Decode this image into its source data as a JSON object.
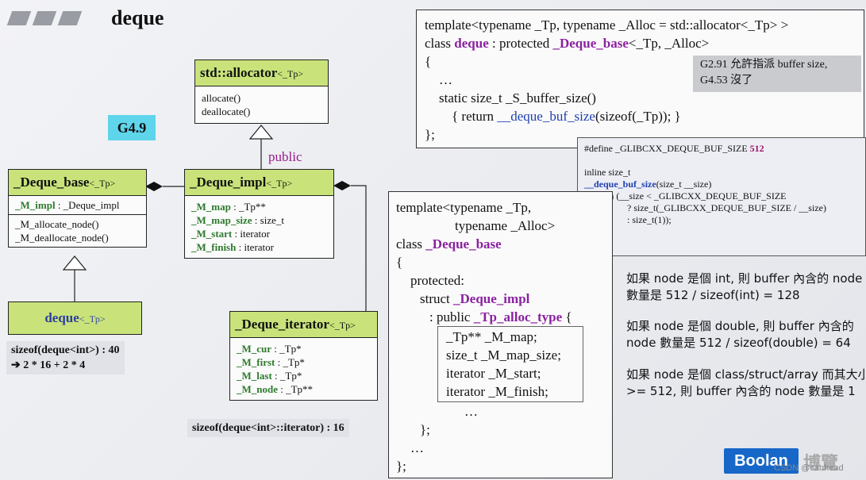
{
  "title": "deque",
  "tag": "G4.9",
  "public_label": "public",
  "allocator": {
    "name": "std::allocator",
    "tparam": "<_Tp>",
    "ops": [
      "allocate()",
      "deallocate()"
    ]
  },
  "deque_base": {
    "name": "_Deque_base",
    "tparam": "<_Tp>",
    "member_name": "_M_impl",
    "member_type": " : _Deque_impl",
    "ops": [
      "_M_allocate_node()",
      "_M_deallocate_node()"
    ]
  },
  "deque_impl": {
    "name": "_Deque_impl",
    "tparam": "<_Tp>",
    "members": [
      {
        "name": "_M_map",
        "type": " : _Tp**"
      },
      {
        "name": "_M_map_size",
        "type": " : size_t"
      },
      {
        "name": "_M_start",
        "type": " : iterator"
      },
      {
        "name": "_M_finish",
        "type": " : iterator"
      }
    ]
  },
  "deque": {
    "name": "deque",
    "tparam": "<_Tp>"
  },
  "deque_iterator": {
    "name": "_Deque_iterator",
    "tparam": "<_Tp>",
    "members": [
      {
        "name": "_M_cur",
        "type": " : _Tp*"
      },
      {
        "name": "_M_first",
        "type": " : _Tp*"
      },
      {
        "name": "_M_last",
        "type": " : _Tp*"
      },
      {
        "name": "_M_node",
        "type": " : _Tp**"
      }
    ]
  },
  "sizeof_deque": {
    "line1": "sizeof(deque<int>) : 40",
    "line2": "➔ 2 * 16 + 2 * 4"
  },
  "sizeof_iter": "sizeof(deque<int>::iterator) : 16",
  "code_top": {
    "l1a": "template<typename _Tp, typename _Alloc = std::allocator<_Tp> >",
    "l2a": "class ",
    "l2b": "deque",
    "l2c": " : protected ",
    "l2d": "_Deque_base",
    "l2e": "<_Tp, _Alloc>",
    "l3": "{",
    "l4": "…",
    "l5": "static size_t _S_buffer_size()",
    "l6a": "{ return ",
    "l6b": "__deque_buf_size",
    "l6c": "(sizeof(_Tp)); }",
    "l7": "};"
  },
  "note": {
    "line1": "G2.91 允許指派 buffer size,",
    "line2": "G4.53 沒了"
  },
  "define": {
    "l1a": "#define _GLIBCXX_DEQUE_BUF_SIZE ",
    "l1b": "512",
    "l2": "inline size_t",
    "l3a": "__deque_buf_size",
    "l3b": "(size_t __size)",
    "l4": "{ return (__size < _GLIBCXX_DEQUE_BUF_SIZE",
    "l5": "? size_t(_GLIBCXX_DEQUE_BUF_SIZE / __size)",
    "l6": ": size_t(1));",
    "l7": "}"
  },
  "code_base": {
    "l1": "template<typename _Tp,",
    "l2": "typename _Alloc>",
    "l3a": "class ",
    "l3b": "_Deque_base",
    "l4": "{",
    "l5": "protected:",
    "l6a": "struct ",
    "l6b": "_Deque_impl",
    "l7a": ": public ",
    "l7b": "_Tp_alloc_type",
    "l7c": " {",
    "m1": "_Tp** _M_map;",
    "m2": "size_t _M_map_size;",
    "m3": "iterator _M_start;",
    "m4": "iterator _M_finish;",
    "l8": "…",
    "l9": "};",
    "l10": "…",
    "l11": "};"
  },
  "notes_cn": [
    {
      "a": "如果 node 是個 int, 則 buffer 內含的 node",
      "b": "數量是 512 / sizeof(int) = 128"
    },
    {
      "a": "如果 node 是個 double, 則 buffer 內含的",
      "b": "node 數量是 512 / sizeof(double) = 64"
    },
    {
      "a": "如果 node 是個 class/struct/array 而其大小",
      "b": ">= 512, 則 buffer 內含的 node 數量是 1"
    }
  ],
  "brand": "Boolan",
  "brand_cn": "博覽",
  "watermark": "CSDN @canhead"
}
